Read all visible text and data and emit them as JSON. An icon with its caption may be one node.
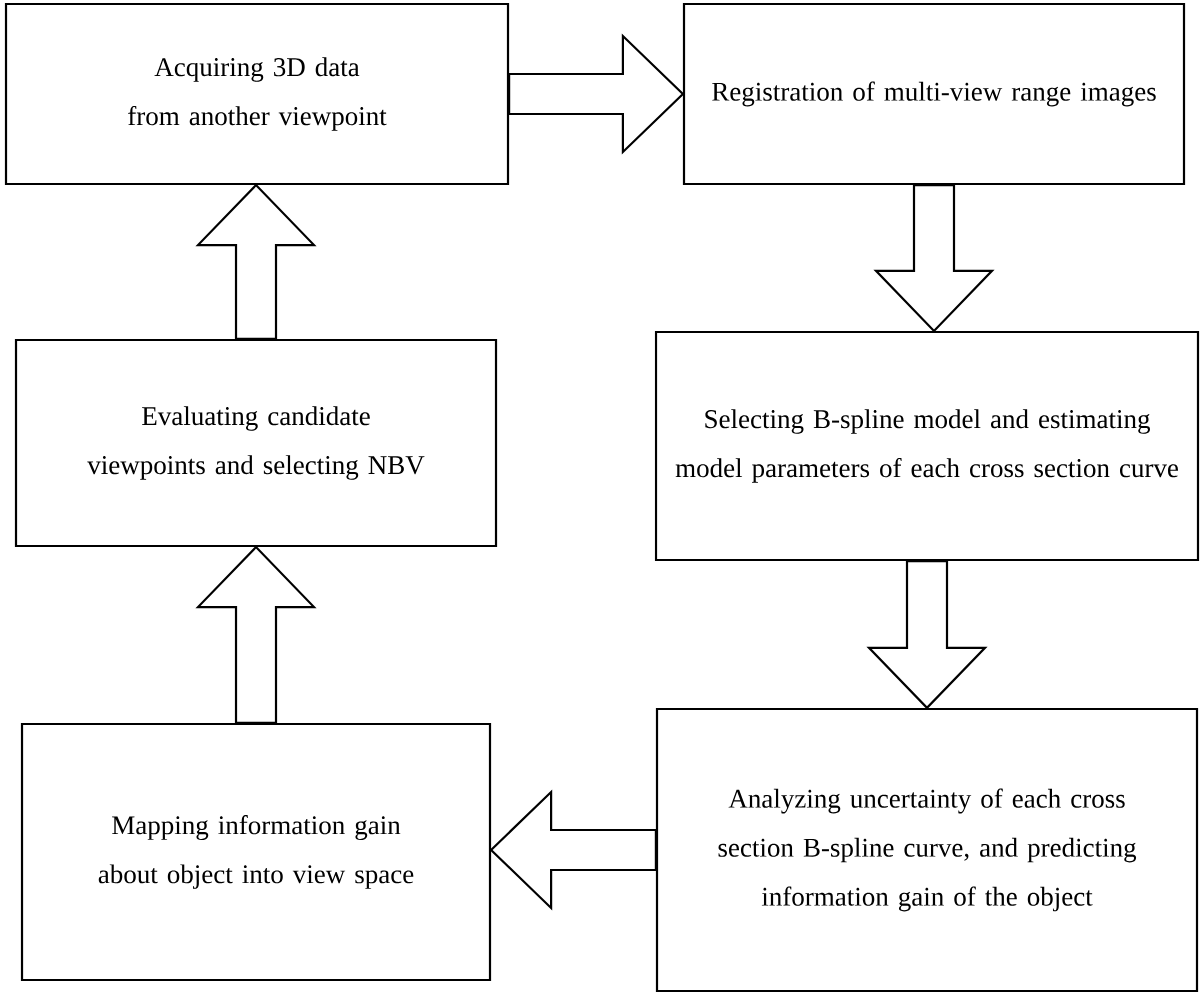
{
  "diagram": {
    "nodes": [
      {
        "text": [
          "Acquiring 3D data from another viewpoint"
        ]
      },
      {
        "text": [
          "Registration of multi-view range images"
        ]
      },
      {
        "text": [
          "Selecting B-spline model and estimating model parameters of each cross section curve"
        ]
      },
      {
        "text": [
          "Analyzing uncertainty of each cross section B-spline curve, and predicting information gain of the object"
        ]
      },
      {
        "text": [
          "Mapping information gain about object into view space"
        ]
      },
      {
        "text": [
          "Evaluating candidate viewpoints and selecting NBV"
        ]
      }
    ],
    "edges": [
      {
        "from": 0,
        "to": 1,
        "arrow": "to"
      },
      {
        "from": 1,
        "to": 2,
        "arrow": "to"
      },
      {
        "from": 2,
        "to": 3,
        "arrow": "to"
      },
      {
        "from": 3,
        "to": 4,
        "arrow": "to"
      },
      {
        "from": 4,
        "to": 5,
        "arrow": "to"
      },
      {
        "from": 5,
        "to": 0,
        "arrow": "to"
      }
    ]
  }
}
